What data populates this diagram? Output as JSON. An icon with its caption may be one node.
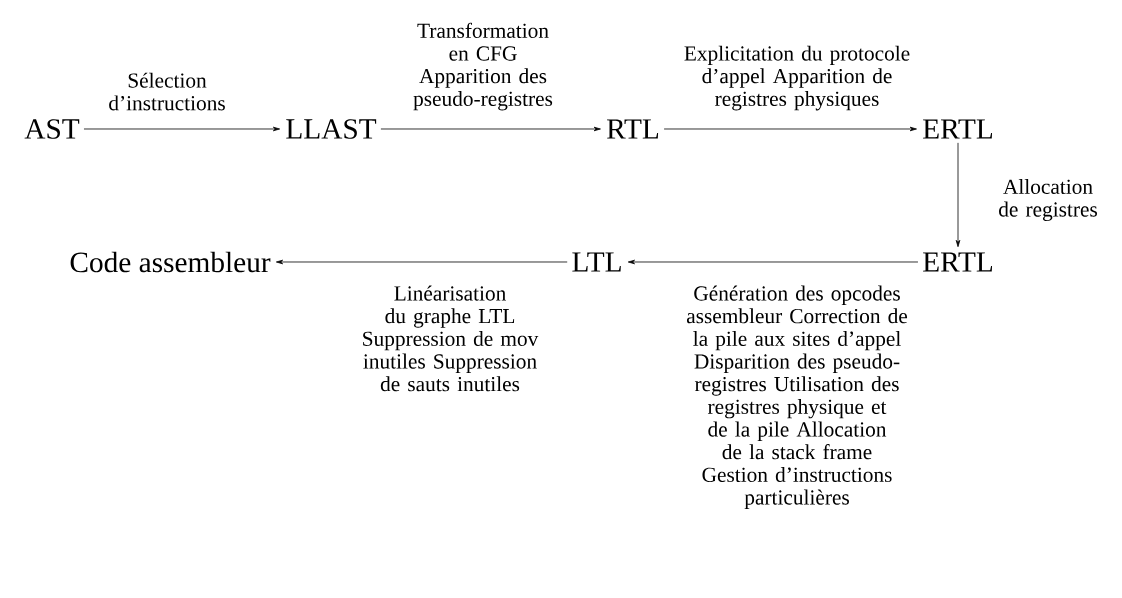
{
  "diagram": {
    "nodes": [
      {
        "text": [
          "AST"
        ]
      },
      {
        "text": [
          "LLAST"
        ]
      },
      {
        "text": [
          "RTL"
        ]
      },
      {
        "text": [
          "ERTL"
        ]
      },
      {
        "text": [
          "ERTL"
        ]
      },
      {
        "text": [
          "LTL"
        ]
      },
      {
        "text": [
          "Code assembleur"
        ]
      }
    ],
    "edges": [
      {
        "from": 0,
        "to": 1,
        "arrow": "to",
        "label": "Sélection d’instructions"
      },
      {
        "from": 1,
        "to": 2,
        "arrow": "to",
        "label": "Transformation en CFG Apparition des pseudo-registres"
      },
      {
        "from": 2,
        "to": 3,
        "arrow": "to",
        "label": "Explicitation du protocole d’appel Apparition de registres physiques"
      },
      {
        "from": 3,
        "to": 4,
        "arrow": "to",
        "label": "Allocation de registres"
      },
      {
        "from": 4,
        "to": 5,
        "arrow": "to",
        "label": "Génération des opcodes assembleur Correction de la pile aux sites d’appel Disparition des pseudo-registres Utilisation des registres physique et de la pile Allocation de la stack frame Gestion d’instructions particulières"
      },
      {
        "from": 5,
        "to": 6,
        "arrow": "to",
        "label": "Linéarisation du graphe LTL Suppression de mov inutiles Suppression de sauts inutiles"
      }
    ]
  }
}
